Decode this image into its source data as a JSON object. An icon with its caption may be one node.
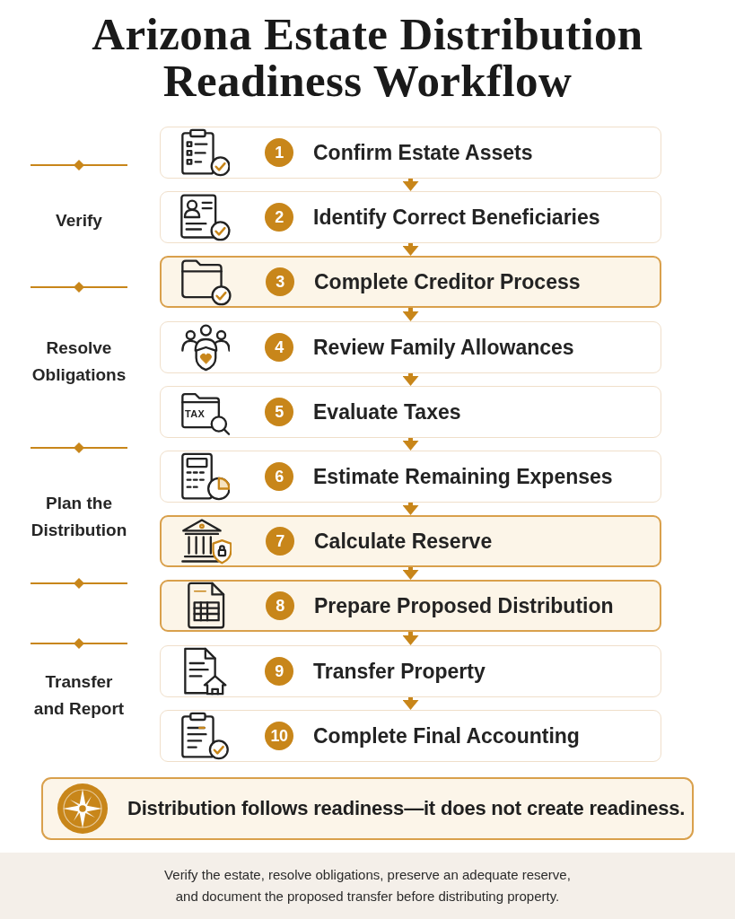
{
  "diagram": {
    "title": "Arizona Estate Distribution Readiness Workflow",
    "caption": "Verify the estate, resolve obligations, preserve an adequate reserve, and document the proposed transfer before distributing property.",
    "nodes": [
      {
        "text": [
          "1",
          "Confirm Estate Assets"
        ]
      },
      {
        "text": [
          "2",
          "Identify Correct Beneficiaries"
        ]
      },
      {
        "text": [
          "3",
          "Complete Creditor Process"
        ]
      },
      {
        "text": [
          "4",
          "Review Family Allowances"
        ]
      },
      {
        "text": [
          "5",
          "Evaluate Taxes"
        ]
      },
      {
        "text": [
          "6",
          "Estimate Remaining Expenses"
        ]
      },
      {
        "text": [
          "7",
          "Calculate Reserve"
        ]
      },
      {
        "text": [
          "8",
          "Prepare Proposed Distribution"
        ]
      },
      {
        "text": [
          "9",
          "Transfer Property"
        ]
      },
      {
        "text": [
          "10",
          "Complete Final Accounting"
        ]
      },
      {
        "text": [
          "Distribution follows readiness—it does not create readiness."
        ]
      }
    ],
    "edges": [
      {
        "from": 0,
        "to": 1,
        "arrow": "to"
      },
      {
        "from": 1,
        "to": 2,
        "arrow": "to"
      },
      {
        "from": 2,
        "to": 3,
        "arrow": "to"
      },
      {
        "from": 3,
        "to": 4,
        "arrow": "to"
      },
      {
        "from": 4,
        "to": 5,
        "arrow": "to"
      },
      {
        "from": 5,
        "to": 6,
        "arrow": "to"
      },
      {
        "from": 6,
        "to": 7,
        "arrow": "to"
      },
      {
        "from": 7,
        "to": 8,
        "arrow": "to"
      },
      {
        "from": 8,
        "to": 9,
        "arrow": "to"
      }
    ],
    "labels": [
      "Verify",
      "Resolve Obligations",
      "TAX",
      "Plan the Distribution",
      "Transfer and Report"
    ]
  }
}
